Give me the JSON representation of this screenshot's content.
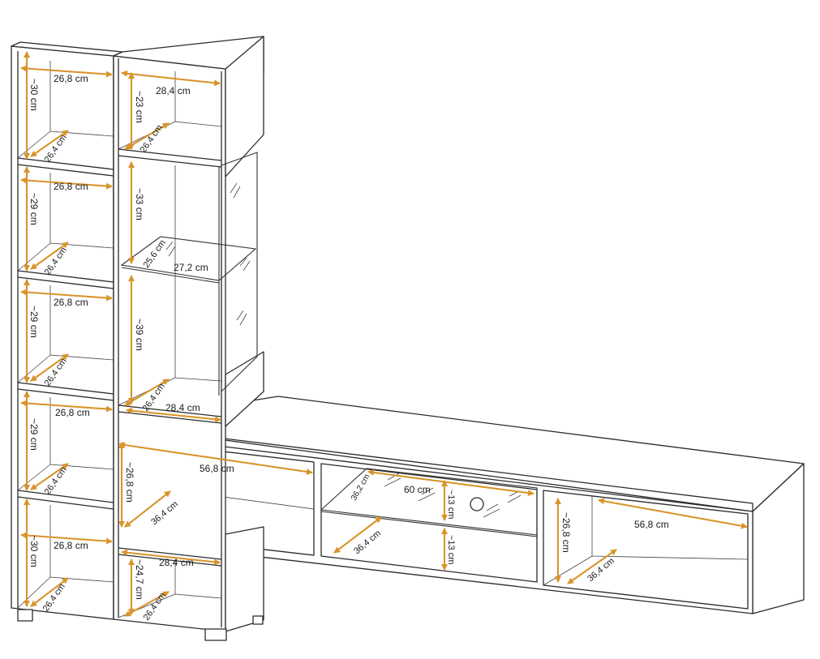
{
  "accent_color": "#d9942b",
  "line_color": "#2b2b2b",
  "tall_cabinet_left": {
    "widths": [
      "26,8 cm",
      "26,8 cm",
      "26,8 cm",
      "26,8 cm",
      "26,8 cm"
    ],
    "heights": [
      "~30 cm",
      "~29 cm",
      "~29 cm",
      "~29 cm",
      "~30 cm"
    ],
    "depths": [
      "26,4 cm",
      "26,4 cm",
      "26,4 cm",
      "26,4 cm",
      "26,4 cm"
    ]
  },
  "tall_cabinet_right": {
    "top_width": "28,4 cm",
    "top_height": "~23 cm",
    "top_depth": "26,4 cm",
    "glass_upper_height": "~33 cm",
    "glass_shelf_depth": "25,6 cm",
    "glass_shelf_width": "27,2 cm",
    "glass_lower_height": "~39 cm",
    "glass_bottom_depth": "26,4 cm",
    "glass_bottom_width": "28,4 cm",
    "bottom_width": "28,4 cm",
    "bottom_height": "~24,7 cm",
    "bottom_depth": "26,4 cm"
  },
  "tv_unit": {
    "left_width": "56,8 cm",
    "left_height": "~26,8 cm",
    "left_depth": "36,4 cm",
    "middle_width": "60 cm",
    "middle_glass_depth": "36,2 cm",
    "middle_upper_height": "~13 cm",
    "middle_lower_height": "~13 cm",
    "middle_depth": "36,4 cm",
    "right_width": "56,8 cm",
    "right_height": "~26,8 cm",
    "right_depth": "36,4 cm"
  }
}
